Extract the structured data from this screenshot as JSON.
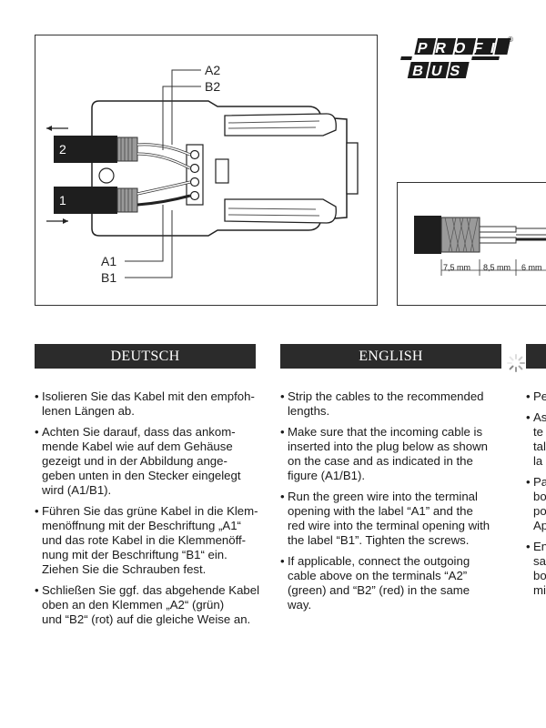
{
  "figure": {
    "labels": {
      "a2": "A2",
      "b2": "B2",
      "a1": "A1",
      "b1": "B1",
      "cable2": "2",
      "cable1": "1"
    },
    "dimensions": [
      "7,5 mm",
      "8,5 mm",
      "6 mm"
    ]
  },
  "logo": {
    "line1": "PROFI",
    "line2": "BUS",
    "reg": "®"
  },
  "sections": {
    "deutsch": {
      "title": "DEUTSCH",
      "items": [
        "Isolieren Sie das Kabel mit den empfoh-\nlenen Längen ab.",
        "Achten Sie darauf, dass das ankom-\nmende Kabel wie auf dem Gehäuse\ngezeigt und in der Abbildung ange-\ngeben unten in den Stecker eingelegt\nwird (A1/B1).",
        "Führen Sie das grüne Kabel in die Klem-\nmenöffnung mit der Beschriftung „A1“\nund das rote Kabel in die Klemmenöff-\nnung mit der Beschriftung “B1“ ein.\nZiehen Sie die Schrauben fest.",
        "Schließen Sie ggf. das abgehende Kabel\noben an den Klemmen „A2“ (grün)\nund “B2“ (rot) auf die gleiche Weise an."
      ]
    },
    "english": {
      "title": "ENGLISH",
      "items": [
        "Strip the cables to the recommended\nlengths.",
        "Make sure that the incoming cable is\ninserted into the plug below as shown\non the case and as indicated in the\nfigure (A1/B1).",
        "Run the green wire into the terminal\nopening with the label “A1” and the\nred wire into the terminal opening with\nthe label “B1”. Tighten the screws.",
        "If applicable, connect the outgoing\ncable above on the terminals “A2”\n(green) and “B2” (red) in the same\nway."
      ]
    },
    "third": {
      "items": [
        "Pe",
        "As\nte\ntal\nla",
        "Pa\nbo\npo\nAp",
        "En\nsal\nbo\nmi"
      ]
    }
  }
}
